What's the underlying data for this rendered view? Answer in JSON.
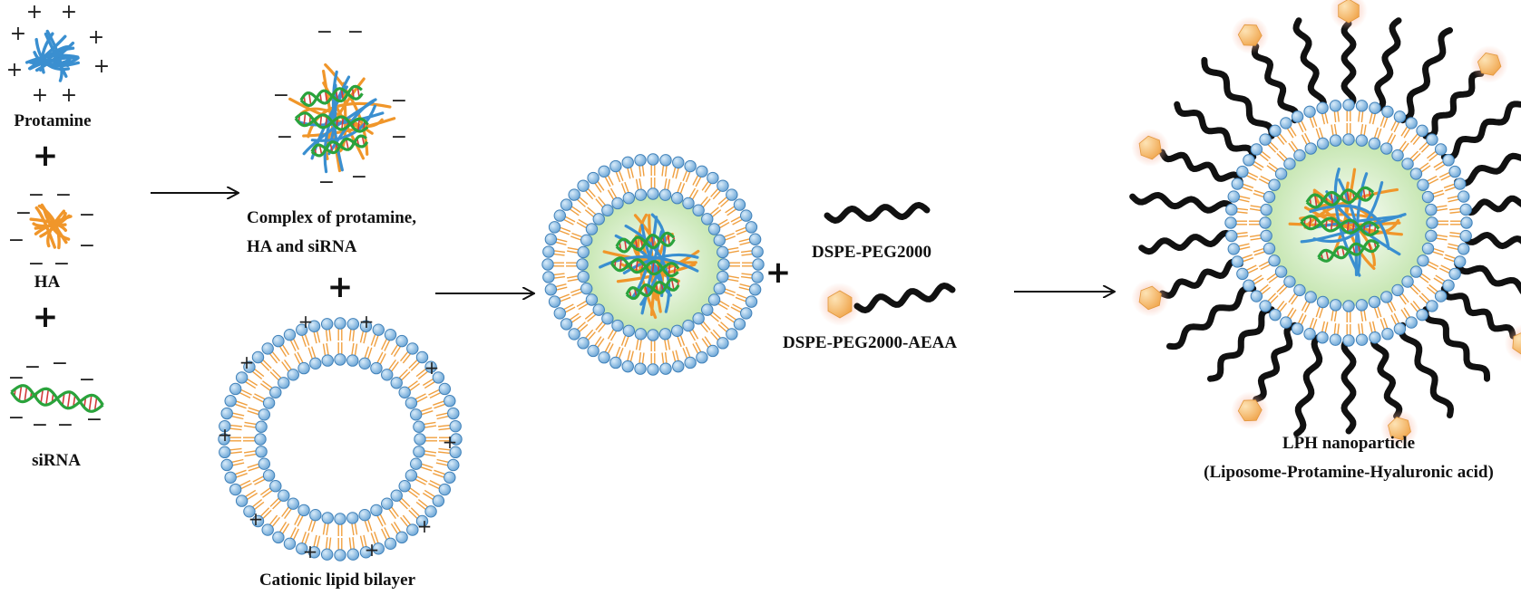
{
  "labels": {
    "protamine": "Protamine",
    "ha": "HA",
    "sirna": "siRNA",
    "complex_line1": "Complex of protamine,",
    "complex_line2": "HA and siRNA",
    "cationic": "Cationic lipid bilayer",
    "peg": "DSPE-PEG2000",
    "peg_aeaa": "DSPE-PEG2000-AEAA",
    "lph_line1": "LPH nanoparticle",
    "lph_line2": "(Liposome-Protamine-Hyaluronic acid)"
  },
  "symbols": {
    "plus": "+",
    "minus": "−"
  },
  "colors": {
    "protamine": "#3a8fd0",
    "ha": "#f0962a",
    "dna": "#2aa33c",
    "rna_base": "#d23a3a",
    "lipid_head": "#8fc0e4",
    "lipid_head_stroke": "#3f80b8",
    "lipid_tail": "#f0a040",
    "core": "#cdeab8",
    "peg": "#111111",
    "aeaa": "#f2b560"
  }
}
